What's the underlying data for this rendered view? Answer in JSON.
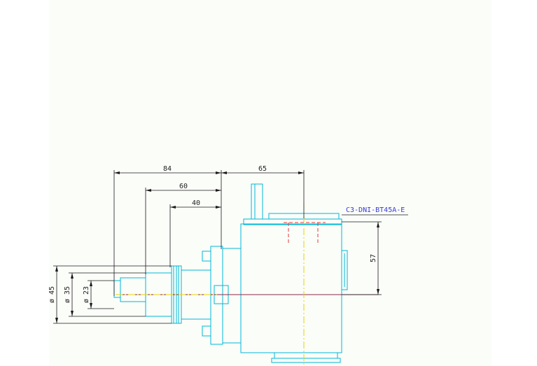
{
  "drawing": {
    "part_label": "C3-DNI-BT45A-E",
    "dimensions": {
      "length_84": "84",
      "length_60": "60",
      "length_40": "40",
      "length_65": "65",
      "height_57": "57",
      "dia_45": "ø 45",
      "dia_35": "ø 35",
      "dia_23": "ø 23"
    },
    "colors": {
      "background": "#fbfdf9",
      "outline": "#00b8d8",
      "dimension": "#1a1a1a",
      "centerline": "#e8d400",
      "hidden": "#e23b3b",
      "axis": "#8a2a4a",
      "label": "#3a3ad8"
    }
  }
}
